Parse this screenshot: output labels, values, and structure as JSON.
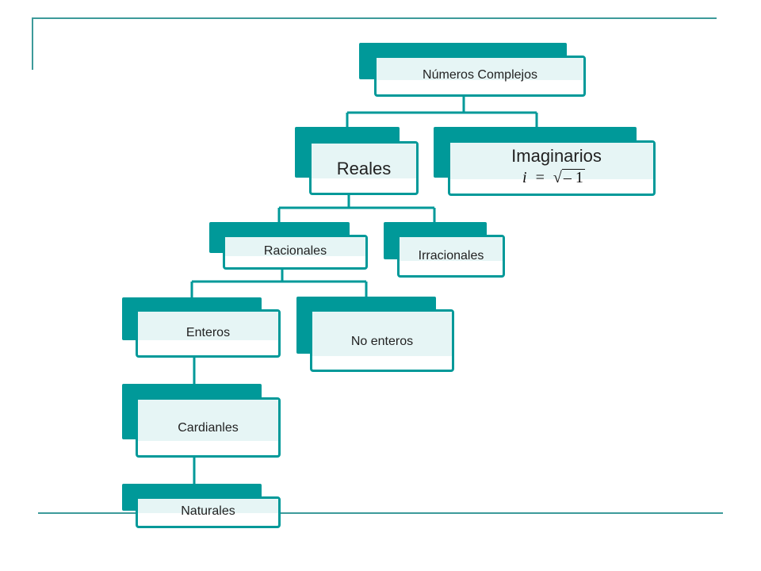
{
  "colors": {
    "accent": "#009999",
    "band": "#e6f5f5",
    "frame": "#3d9a9a"
  },
  "diagram": {
    "root": {
      "label": "Números Complejos"
    },
    "reales": {
      "label": "Reales"
    },
    "imaginarios": {
      "label": "Imaginarios",
      "formula": {
        "lhs": "i",
        "eq": "=",
        "radicand": "– 1"
      }
    },
    "racionales": {
      "label": "Racionales"
    },
    "irracionales": {
      "label": "Irracionales"
    },
    "enteros": {
      "label": "Enteros"
    },
    "no_enteros": {
      "label": "No enteros"
    },
    "cardianles": {
      "label": "Cardianles"
    },
    "naturales": {
      "label": "Naturales"
    }
  }
}
